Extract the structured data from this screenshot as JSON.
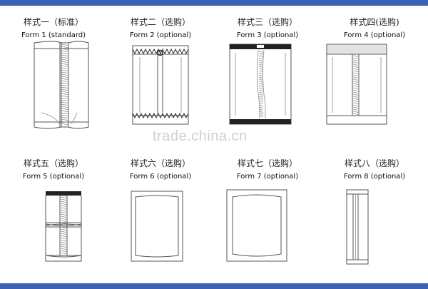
{
  "colors": {
    "frame": "#3c62b3",
    "line": "#555555",
    "seam": "#8a8a8a",
    "dark": "#222222"
  },
  "watermark": "trade.china.cn",
  "forms": [
    {
      "zh": "样式一（标准）",
      "en": "Form 1 (standard)",
      "icon": "pillow-pouch-center-seal-icon"
    },
    {
      "zh": "样式二（选购）",
      "en": "Form 2 (optional)",
      "icon": "pouch-hang-hole-zipper-seal-icon"
    },
    {
      "zh": "样式三（选购）",
      "en": "Form 3 (optional)",
      "icon": "pouch-hang-slot-dark-seal-icon"
    },
    {
      "zh": "样式四(选购)",
      "en": "Form 4 (optional)",
      "icon": "pouch-flat-top-center-seal-icon"
    },
    {
      "zh": "样式五（选购）",
      "en": "Form 5 (optional)",
      "icon": "linked-double-pouch-icon"
    },
    {
      "zh": "样式六（选购）",
      "en": "Form 6 (optional)",
      "icon": "four-side-seal-pouch-icon"
    },
    {
      "zh": "样式七（选购）",
      "en": "Form 7 (optional)",
      "icon": "four-side-seal-wide-pouch-icon"
    },
    {
      "zh": "样式八（选购）",
      "en": "Form 8 (optional)",
      "icon": "stick-pack-icon"
    }
  ]
}
